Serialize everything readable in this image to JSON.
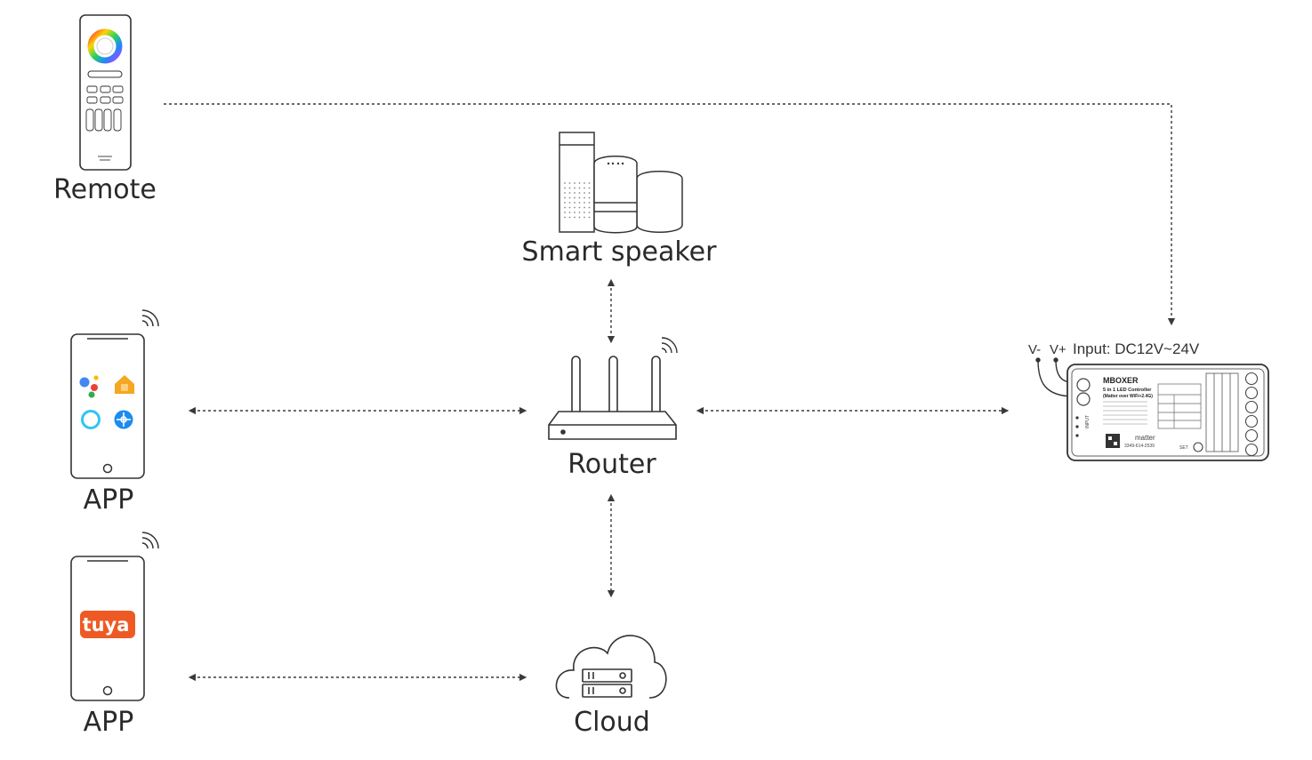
{
  "diagram": {
    "nodes": {
      "remote": {
        "label": "Remote",
        "icon": "remote-control-icon"
      },
      "speaker": {
        "label": "Smart speaker",
        "icon": "smart-speaker-icon"
      },
      "router": {
        "label": "Router",
        "icon": "wifi-router-icon"
      },
      "app_assistants": {
        "label": "APP",
        "icon": "smartphone-assistants-icon"
      },
      "app_tuya": {
        "label": "APP",
        "icon": "smartphone-tuya-icon",
        "badge": "tuya"
      },
      "cloud": {
        "label": "Cloud",
        "icon": "cloud-server-icon"
      },
      "controller": {
        "icon": "led-controller-icon",
        "input_label": "Input: DC12V~24V",
        "vminus": "V-",
        "vplus": "V+",
        "brand": "MBOXER",
        "title_line": "5 in 1 LED Controller",
        "subtitle_line": "(Matter over WiFi+2.4G)",
        "matter_text": "matter",
        "input_text": "INPUT",
        "set_text": "SET",
        "code_text": "3349-614-2539"
      }
    },
    "connections": [
      "remote → controller",
      "speaker ↔ router",
      "app ↔ router",
      "router ↔ controller",
      "router ↔ cloud",
      "app ↔ cloud"
    ],
    "colors": {
      "line": "#3a3a3a",
      "stroke": "#333333",
      "tuya": "#ee5a24",
      "google_blue": "#4285f4",
      "google_red": "#ea4335",
      "google_yellow": "#fbbc05",
      "google_green": "#34a853",
      "home_orange": "#f5a623",
      "alexa_blue": "#31c4f3",
      "smartthings_blue": "#1d8cf0"
    }
  }
}
